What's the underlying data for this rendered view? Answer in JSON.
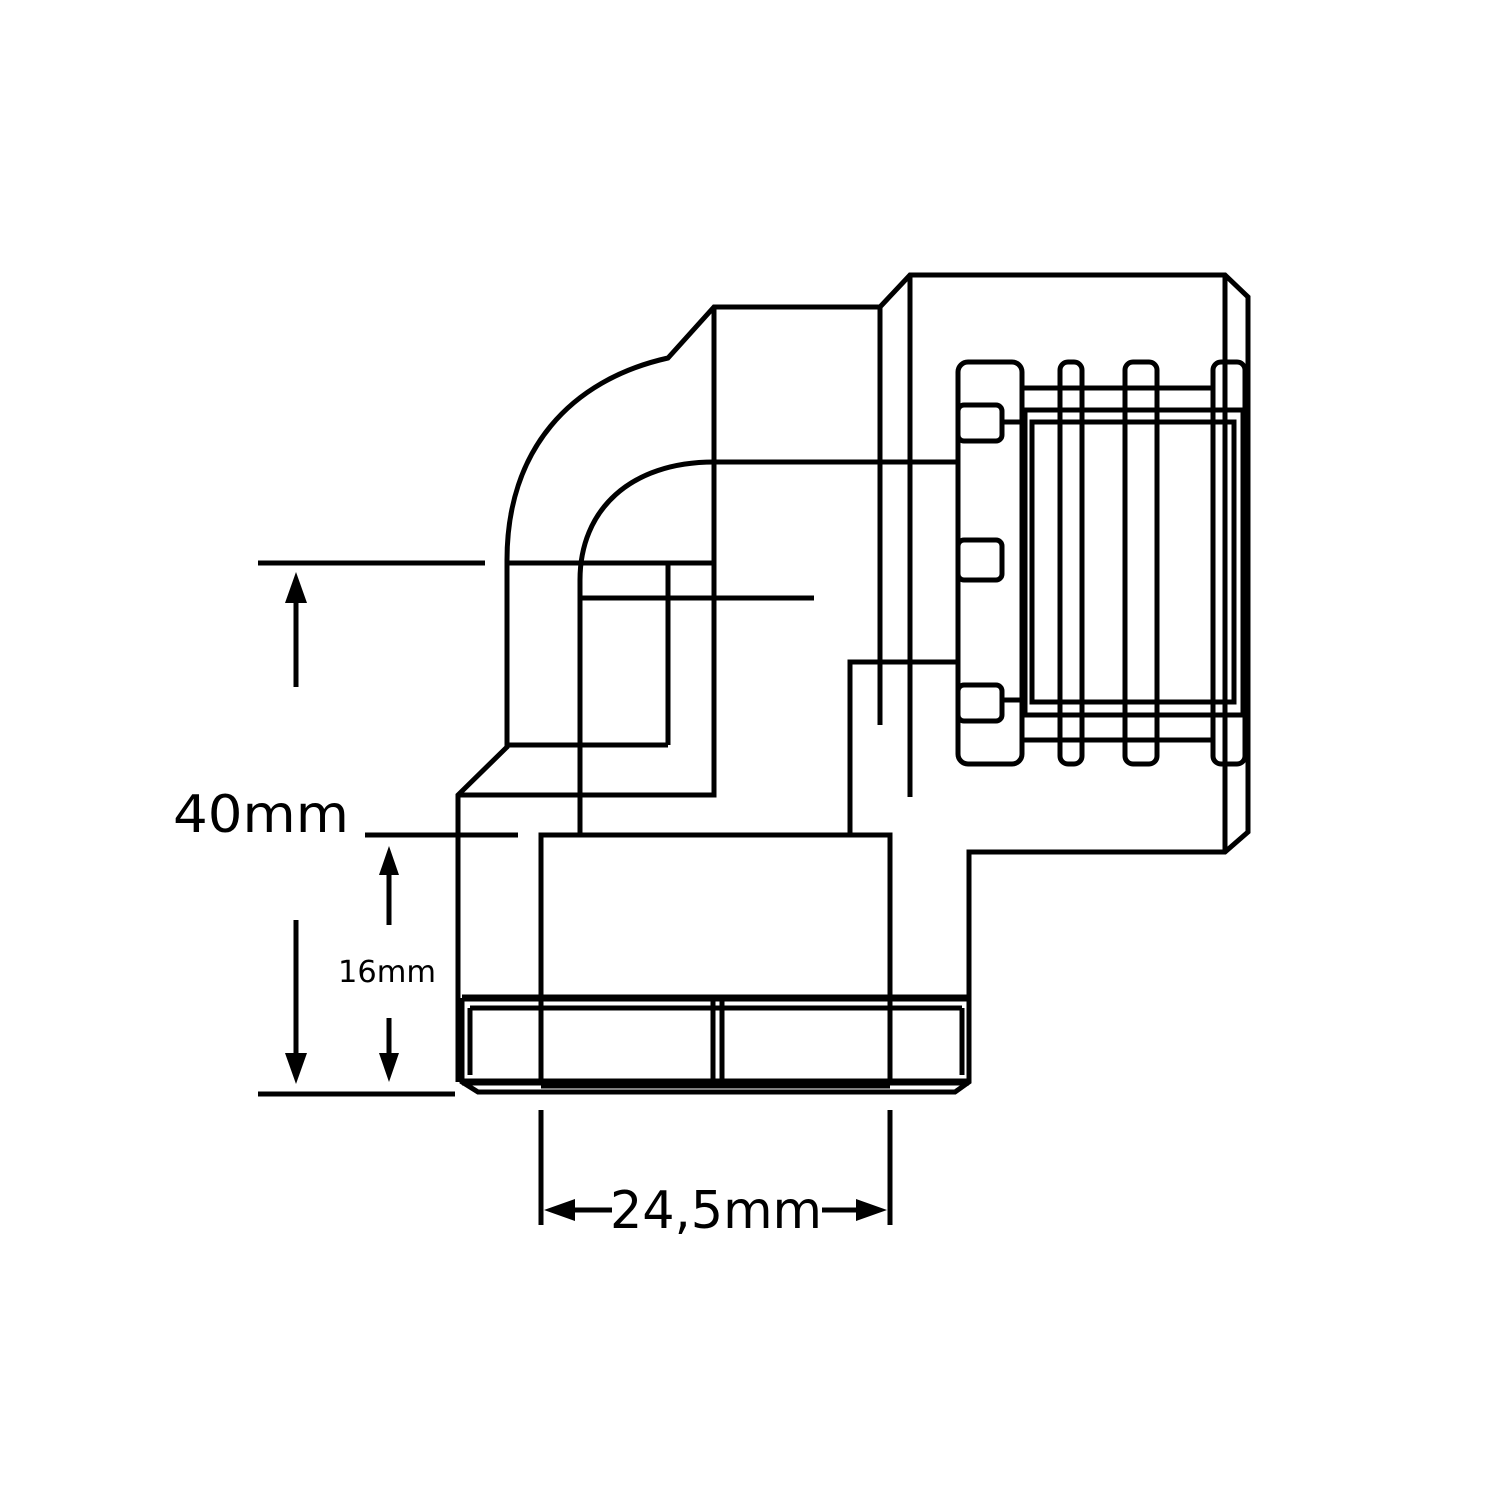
{
  "diagram": {
    "subject": "90-degree elbow fitting",
    "dimensions": {
      "overall_height": "40mm",
      "thread_height": "16mm",
      "thread_width": "24,5mm"
    }
  }
}
